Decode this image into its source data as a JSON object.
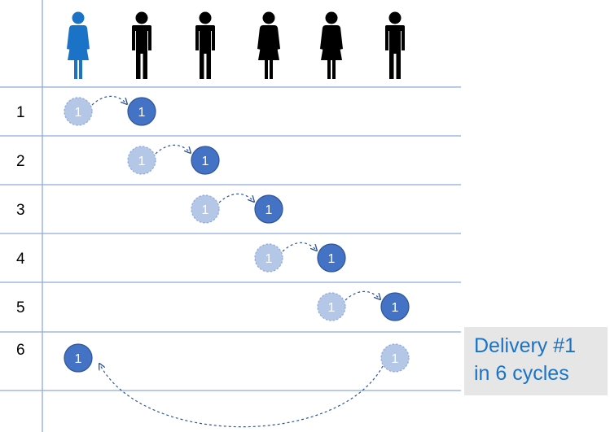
{
  "people": [
    {
      "kind": "female",
      "highlighted": true
    },
    {
      "kind": "male",
      "highlighted": false
    },
    {
      "kind": "male",
      "highlighted": false
    },
    {
      "kind": "female",
      "highlighted": false
    },
    {
      "kind": "female",
      "highlighted": false
    },
    {
      "kind": "male",
      "highlighted": false
    }
  ],
  "rows": [
    {
      "label": "1",
      "from": 0,
      "to": 1
    },
    {
      "label": "2",
      "from": 1,
      "to": 2
    },
    {
      "label": "3",
      "from": 2,
      "to": 3
    },
    {
      "label": "4",
      "from": 3,
      "to": 4
    },
    {
      "label": "5",
      "from": 4,
      "to": 5
    },
    {
      "label": "6",
      "from": 5,
      "to": 0
    }
  ],
  "token_label": "1",
  "delivery": {
    "line1": "Delivery #1",
    "line2": "in 6 cycles"
  },
  "colors": {
    "highlight": "#1a73c6",
    "person": "#000000",
    "token_solid": "#4472c4",
    "token_faded": "#b4c7e7",
    "token_faded_stroke": "#8faadc",
    "arrow": "#2f5597",
    "grid": "#8faadc",
    "delivery_text": "#1a73c6"
  }
}
